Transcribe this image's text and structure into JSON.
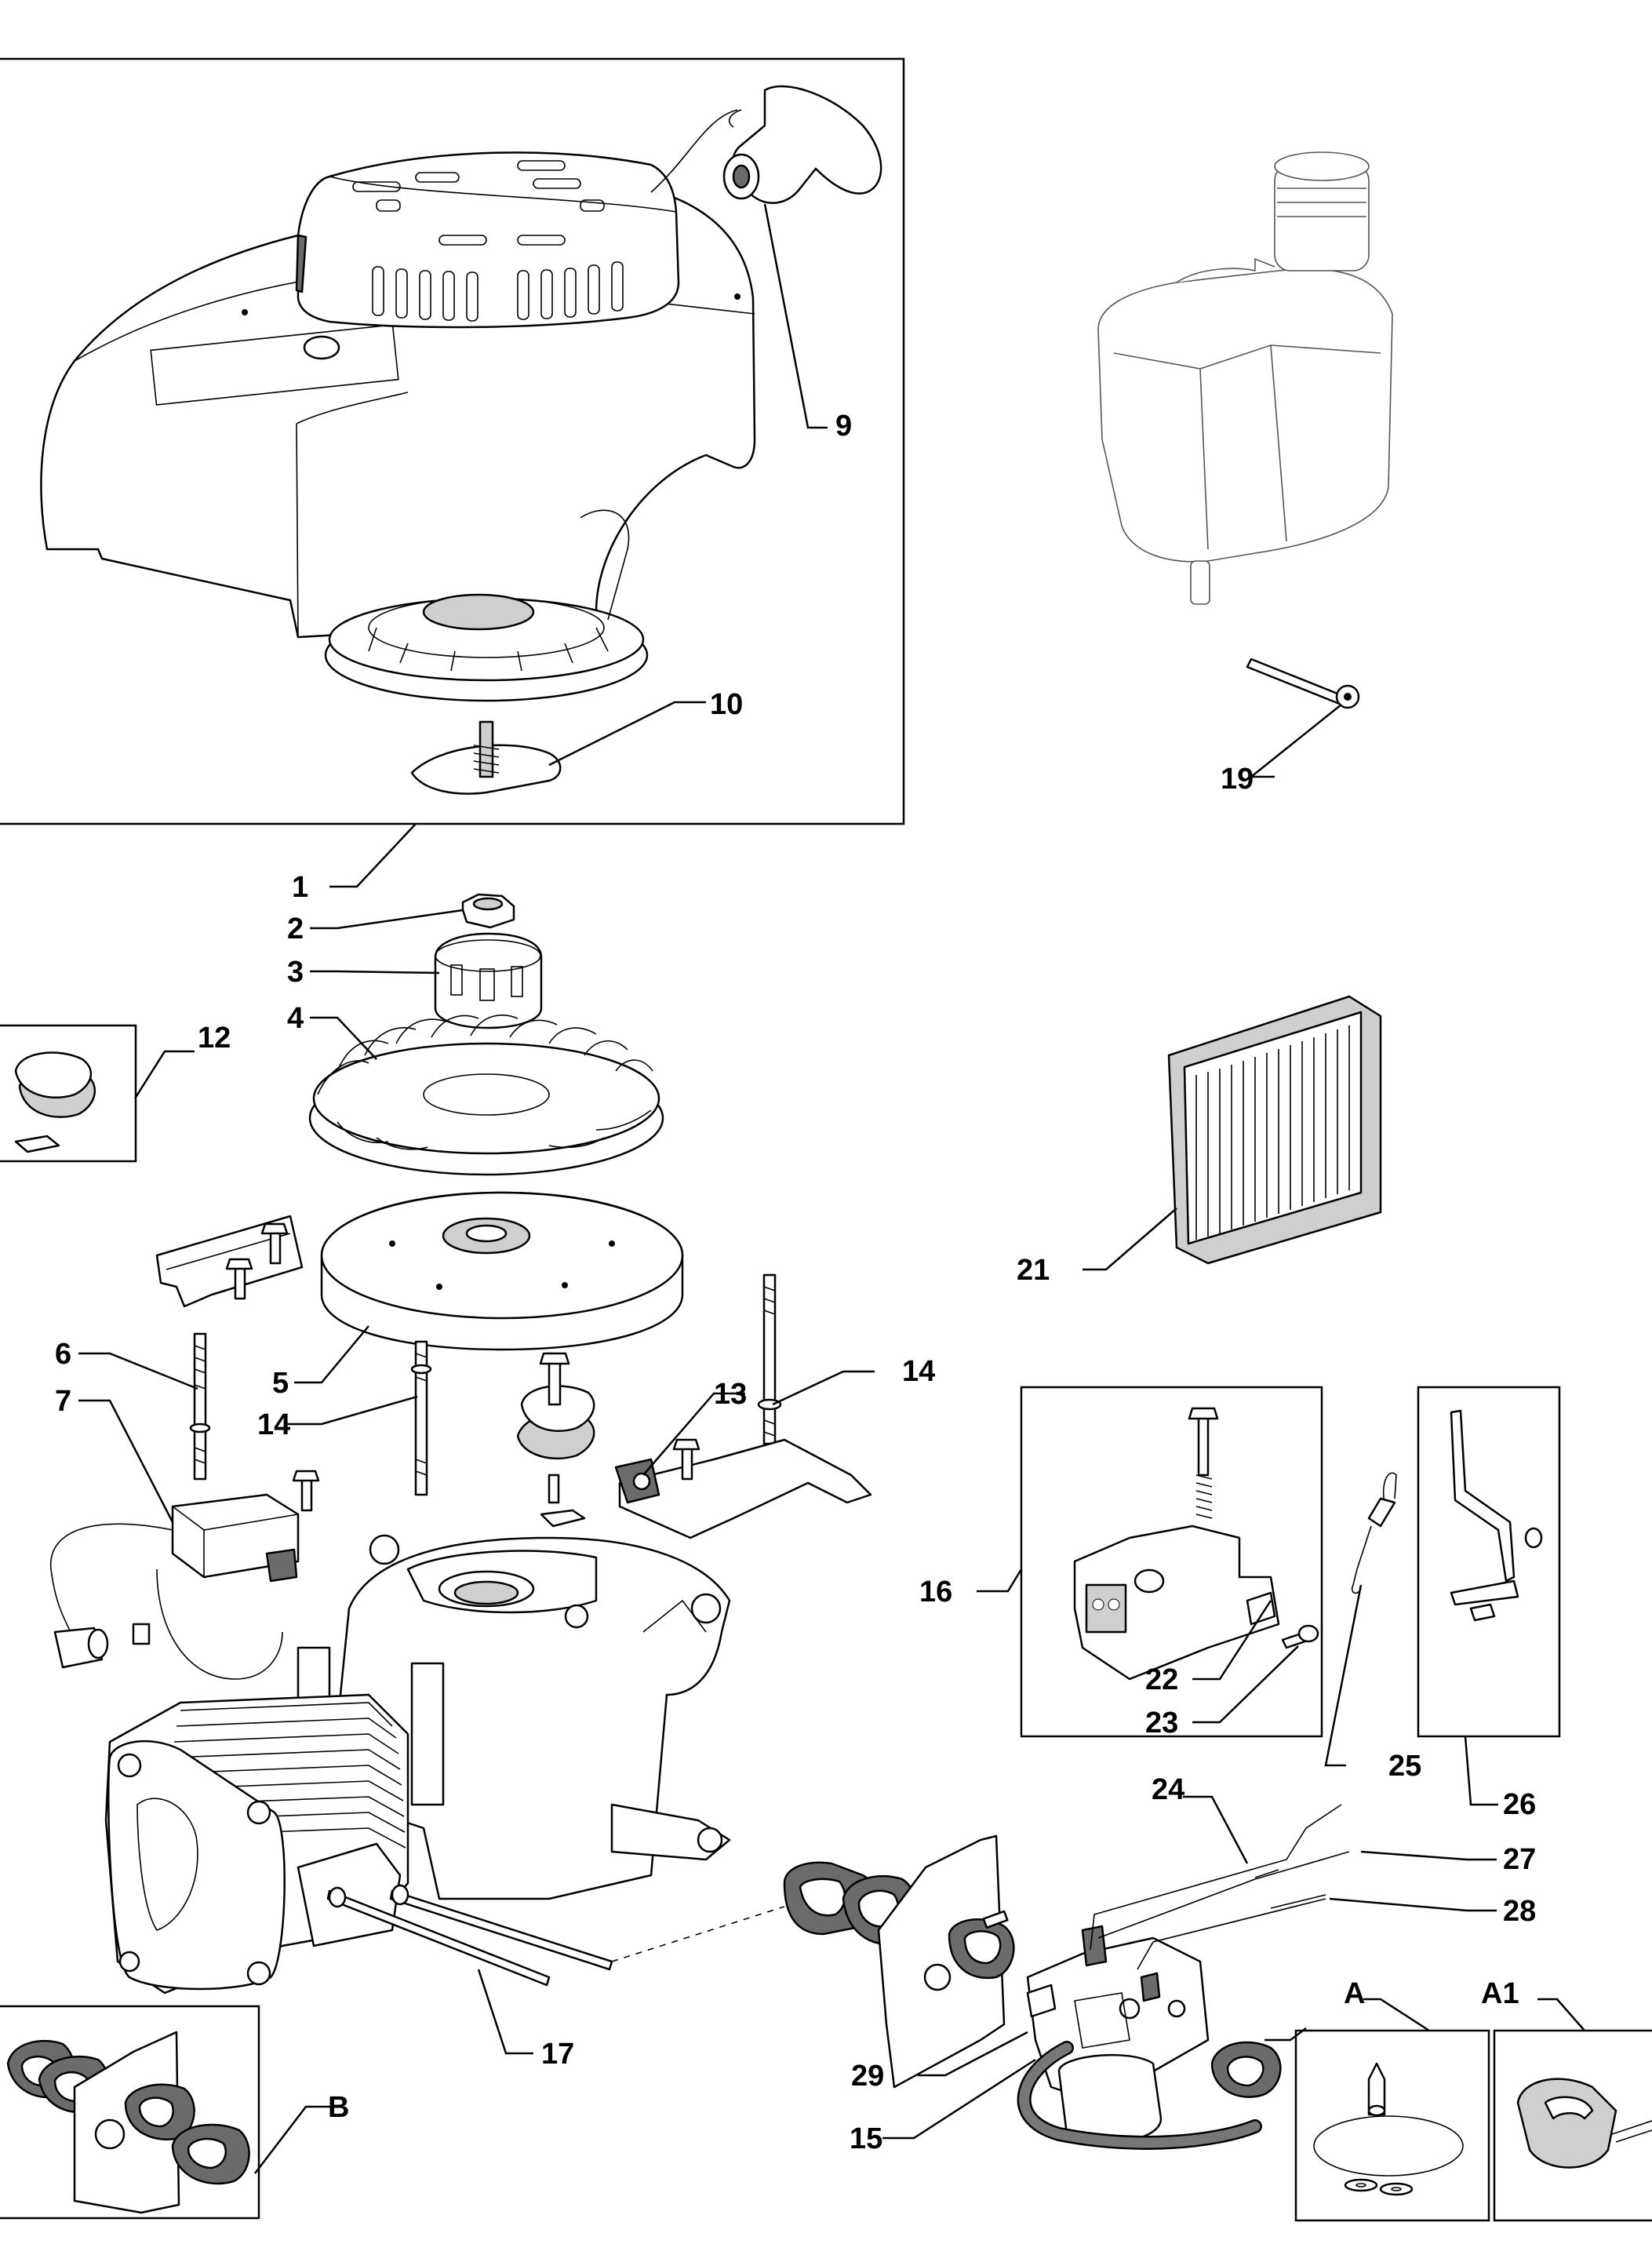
{
  "labels": {
    "l1": "1",
    "l2": "2",
    "l3": "3",
    "l4": "4",
    "l5": "5",
    "l6": "6",
    "l7": "7",
    "l9": "9",
    "l10": "10",
    "l12": "12",
    "l13": "13",
    "l14a": "14",
    "l14b": "14",
    "l15": "15",
    "l16": "16",
    "l17": "17",
    "l19": "19",
    "l21": "21",
    "l22": "22",
    "l23": "23",
    "l24": "24",
    "l25": "25",
    "l26": "26",
    "l27": "27",
    "l28": "28",
    "l29": "29",
    "lA": "A",
    "lA1": "A1",
    "lB": "B"
  }
}
